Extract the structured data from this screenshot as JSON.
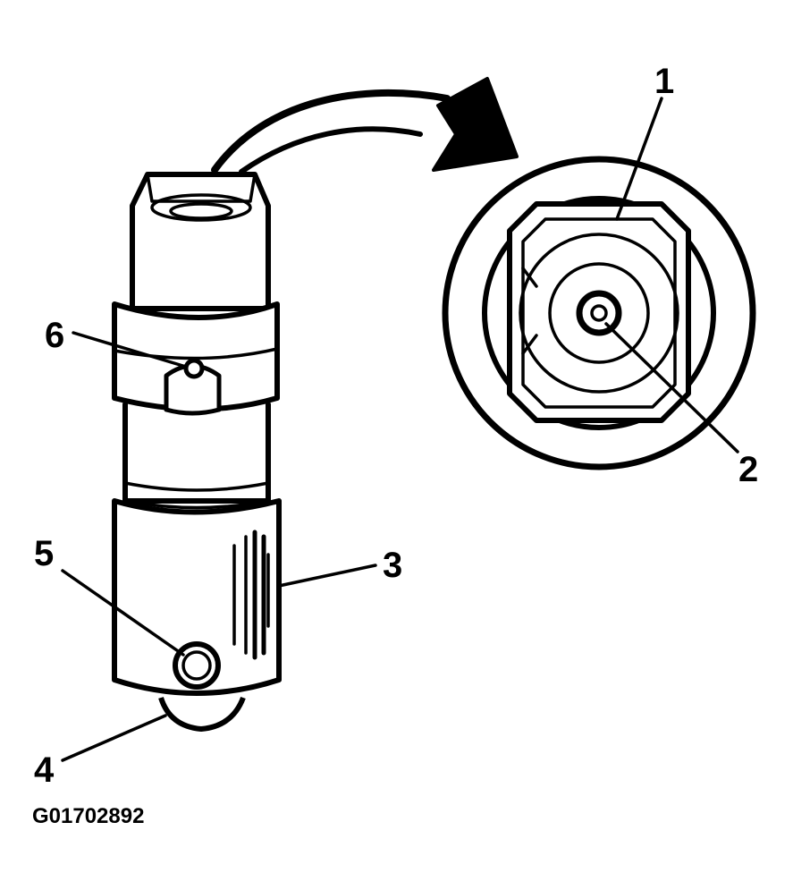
{
  "figure_id": "G01702892",
  "callouts": {
    "c1": "1",
    "c2": "2",
    "c3": "3",
    "c4": "4",
    "c5": "5",
    "c6": "6"
  }
}
